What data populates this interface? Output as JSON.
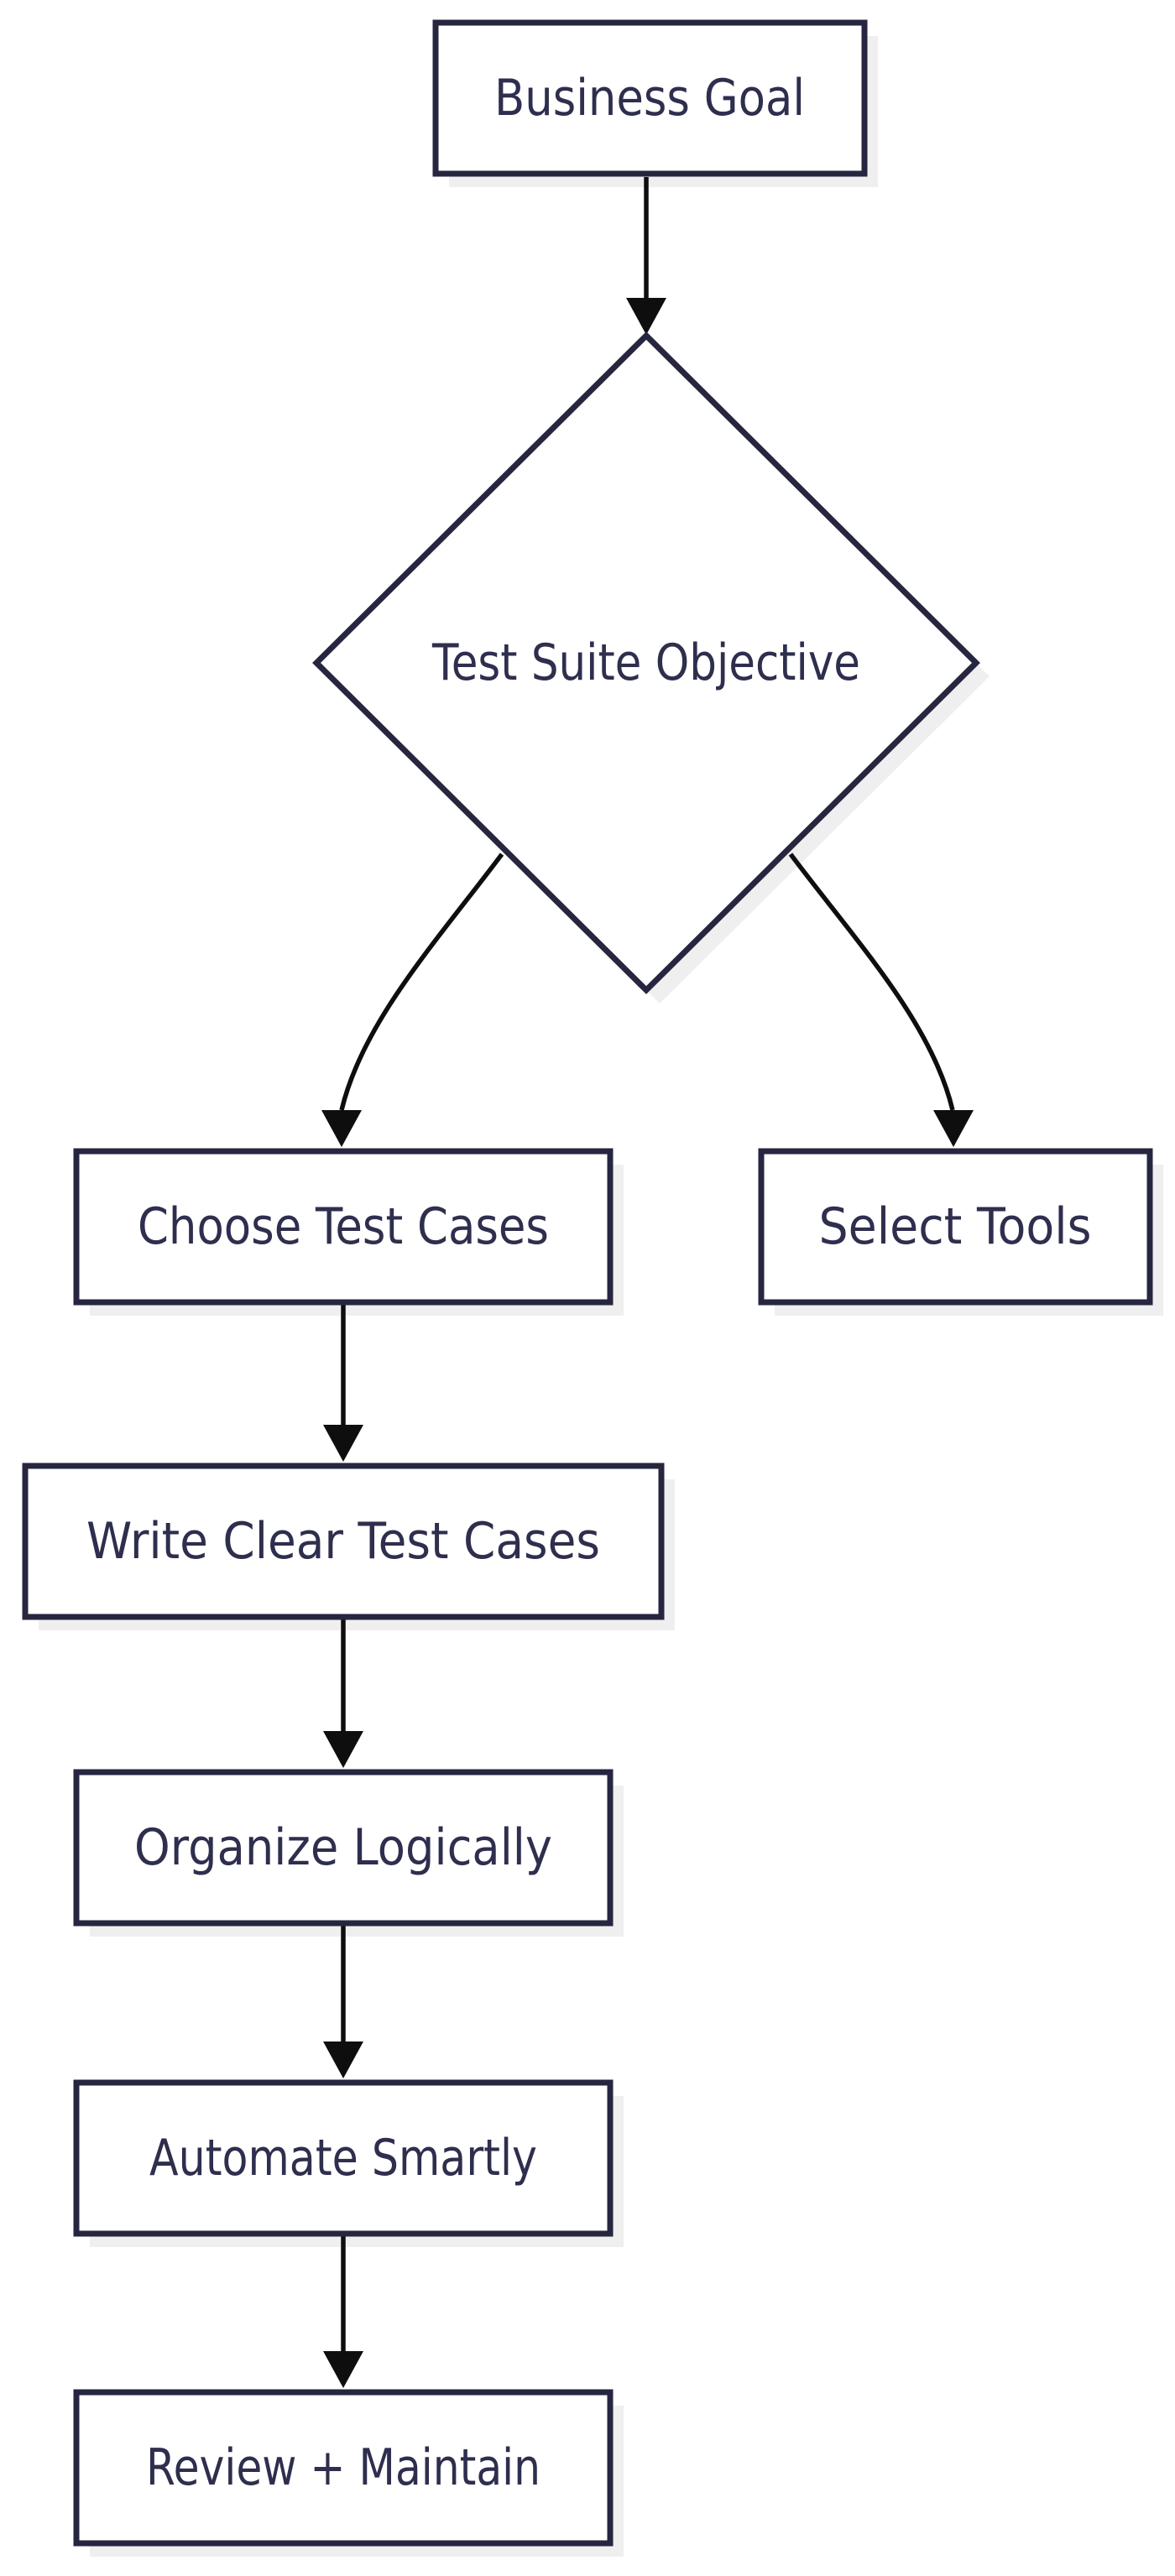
{
  "diagram": {
    "type": "flowchart",
    "direction": "top-down",
    "colors": {
      "node_fill": "#ffffff",
      "node_border": "#262640",
      "text": "#2e2e4e",
      "arrow": "#0e0e0e",
      "shadow": "#efefef",
      "background": "#ffffff"
    },
    "nodes": [
      {
        "id": "business-goal",
        "shape": "rectangle",
        "label": "Business Goal"
      },
      {
        "id": "test-suite-objective",
        "shape": "diamond",
        "label": "Test Suite Objective"
      },
      {
        "id": "choose-test-cases",
        "shape": "rectangle",
        "label": "Choose Test Cases"
      },
      {
        "id": "select-tools",
        "shape": "rectangle",
        "label": "Select Tools"
      },
      {
        "id": "write-clear-test-cases",
        "shape": "rectangle",
        "label": "Write Clear Test Cases"
      },
      {
        "id": "organize-logically",
        "shape": "rectangle",
        "label": "Organize Logically"
      },
      {
        "id": "automate-smartly",
        "shape": "rectangle",
        "label": "Automate Smartly"
      },
      {
        "id": "review-maintain",
        "shape": "rectangle",
        "label": "Review + Maintain"
      }
    ],
    "edges": [
      {
        "from": "business-goal",
        "to": "test-suite-objective"
      },
      {
        "from": "test-suite-objective",
        "to": "choose-test-cases"
      },
      {
        "from": "test-suite-objective",
        "to": "select-tools"
      },
      {
        "from": "choose-test-cases",
        "to": "write-clear-test-cases"
      },
      {
        "from": "write-clear-test-cases",
        "to": "organize-logically"
      },
      {
        "from": "organize-logically",
        "to": "automate-smartly"
      },
      {
        "from": "automate-smartly",
        "to": "review-maintain"
      }
    ]
  }
}
